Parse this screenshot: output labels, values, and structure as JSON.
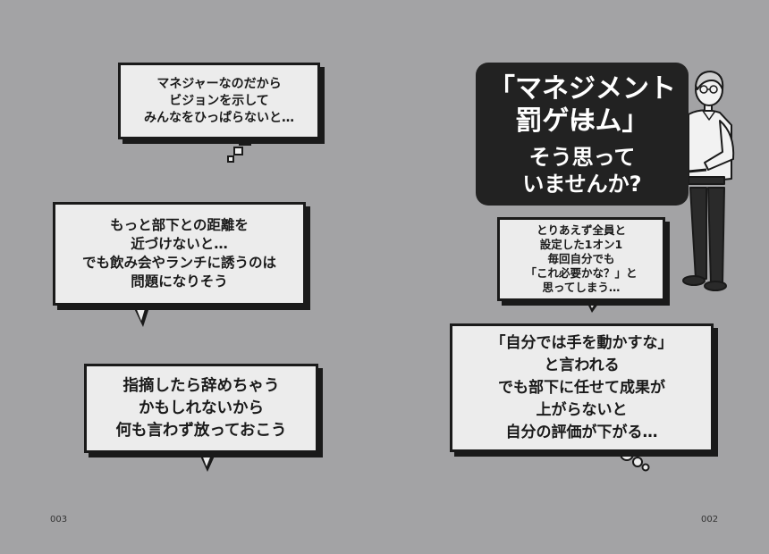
{
  "bubbles": {
    "manager_vision": {
      "lines": [
        "マネジャーなのだから",
        "ビジョンを示して",
        "みんなをひっぱらないと…"
      ]
    },
    "distance": {
      "lines": [
        "もっと部下との距離を",
        "近づけないと…",
        "でも飲み会やランチに誘うのは",
        "問題になりそう"
      ]
    },
    "quit": {
      "lines": [
        "指摘したら辞めちゃう",
        "かもしれないから",
        "何も言わず放っておこう"
      ]
    },
    "one_on_one": {
      "lines": [
        "とりあえず全員と",
        "設定した1オン1",
        "毎回自分でも",
        "「これ必要かな？」と",
        "思ってしまう…"
      ]
    },
    "evaluation": {
      "lines": [
        "「自分では手を動かすな」",
        "と言われる",
        "でも部下に任せて成果が",
        "上がらないと",
        "自分の評価が下がる…"
      ]
    }
  },
  "title": {
    "line1": "「マネジメントは",
    "line2": "罰ゲーム」",
    "line3": "そう思って",
    "line4": "いませんか?"
  },
  "page_numbers": {
    "left": "003",
    "right": "002"
  },
  "colors": {
    "background": "#a3a3a5",
    "bubble_fill": "#ececec",
    "ink": "#1a1a1a",
    "title_box": "#222222"
  }
}
